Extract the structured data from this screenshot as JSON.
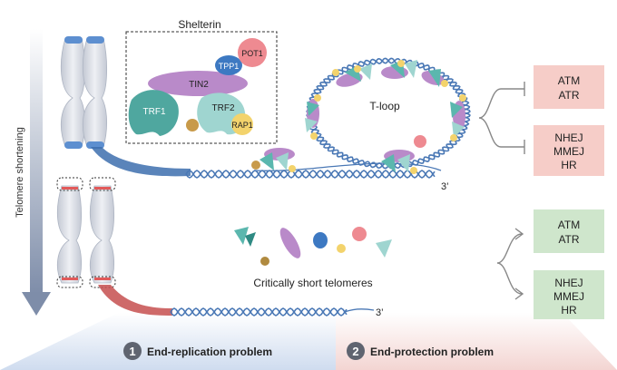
{
  "axis_label": "Telomere shortening",
  "shelterin": {
    "title": "Shelterin",
    "proteins": [
      "POT1",
      "TPP1",
      "TIN2",
      "TRF1",
      "TRF2",
      "RAP1"
    ]
  },
  "tloop_label": "T-loop",
  "three_prime_top": "3’",
  "three_prime_bottom": "3’",
  "critical_label": "Critically short telomeres",
  "top_boxes": [
    {
      "lines": [
        "ATM",
        "ATR"
      ],
      "color": "#f6cdc8"
    },
    {
      "lines": [
        "NHEJ",
        "MMEJ",
        "HR"
      ],
      "color": "#f6cdc8"
    }
  ],
  "bottom_boxes": [
    {
      "lines": [
        "ATM",
        "ATR"
      ],
      "color": "#cfe6cc"
    },
    {
      "lines": [
        "NHEJ",
        "MMEJ",
        "HR"
      ],
      "color": "#cfe6cc"
    }
  ],
  "problems": [
    {
      "number": "1",
      "label": "End-replication problem"
    },
    {
      "number": "2",
      "label": "End-protection problem"
    }
  ],
  "colors": {
    "teal": "#5bb7ae",
    "purple": "#b98ac9",
    "blue": "#3d79c2",
    "pink": "#ee8a91",
    "yellow": "#f3d36c",
    "dna": "#4a78b5",
    "chromosome": "#d9dde6"
  }
}
